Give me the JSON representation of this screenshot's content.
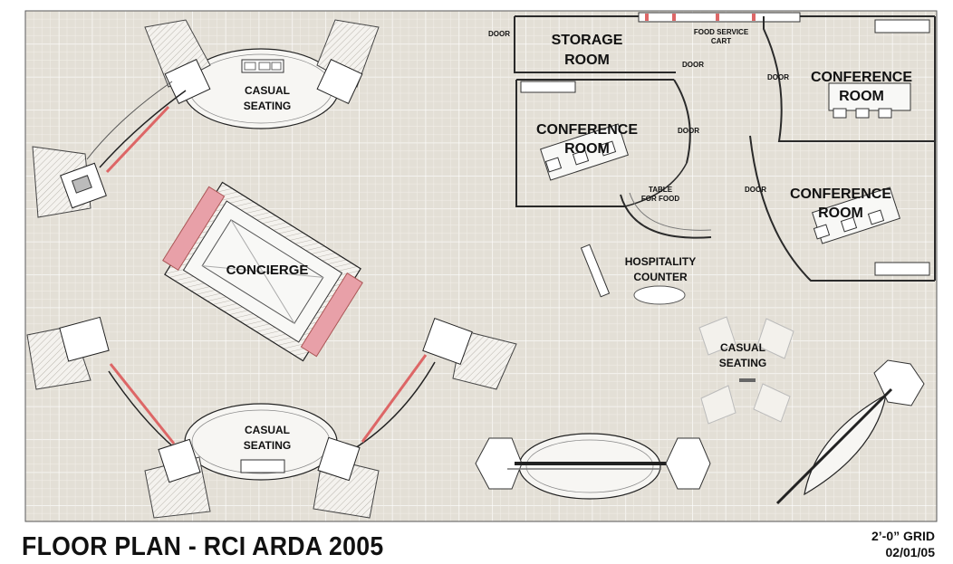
{
  "title": "FLOOR PLAN - RCI ARDA 2005",
  "grid_note": "2’-0” GRID",
  "date": "02/01/05",
  "rooms": {
    "storage_line1": "STORAGE",
    "storage_line2": "ROOM",
    "conf_center_line1": "CONFERENCE",
    "conf_center_line2": "ROOM",
    "conf_top_right_line1": "CONFERENCE",
    "conf_top_right_line2": "ROOM",
    "conf_mid_right_line1": "CONFERENCE",
    "conf_mid_right_line2": "ROOM",
    "concierge": "CONCIERGE",
    "hospitality_line1": "HOSPITALITY",
    "hospitality_line2": "COUNTER",
    "table_food_line1": "TABLE",
    "table_food_line2": "FOR FOOD",
    "food_cart_line1": "FOOD SERVICE",
    "food_cart_line2": "CART",
    "casual_top_line1": "CASUAL",
    "casual_top_line2": "SEATING",
    "casual_bottom_line1": "CASUAL",
    "casual_bottom_line2": "SEATING",
    "casual_right_line1": "CASUAL",
    "casual_right_line2": "SEATING"
  },
  "doors": [
    "DOOR",
    "DOOR",
    "DOOR",
    "DOOR",
    "DOOR"
  ],
  "colors": {
    "floor": "#e3dfd6",
    "grid": "#ffffff",
    "wall": "#2a2a2a",
    "accent_pink": "#e8a0a8"
  }
}
